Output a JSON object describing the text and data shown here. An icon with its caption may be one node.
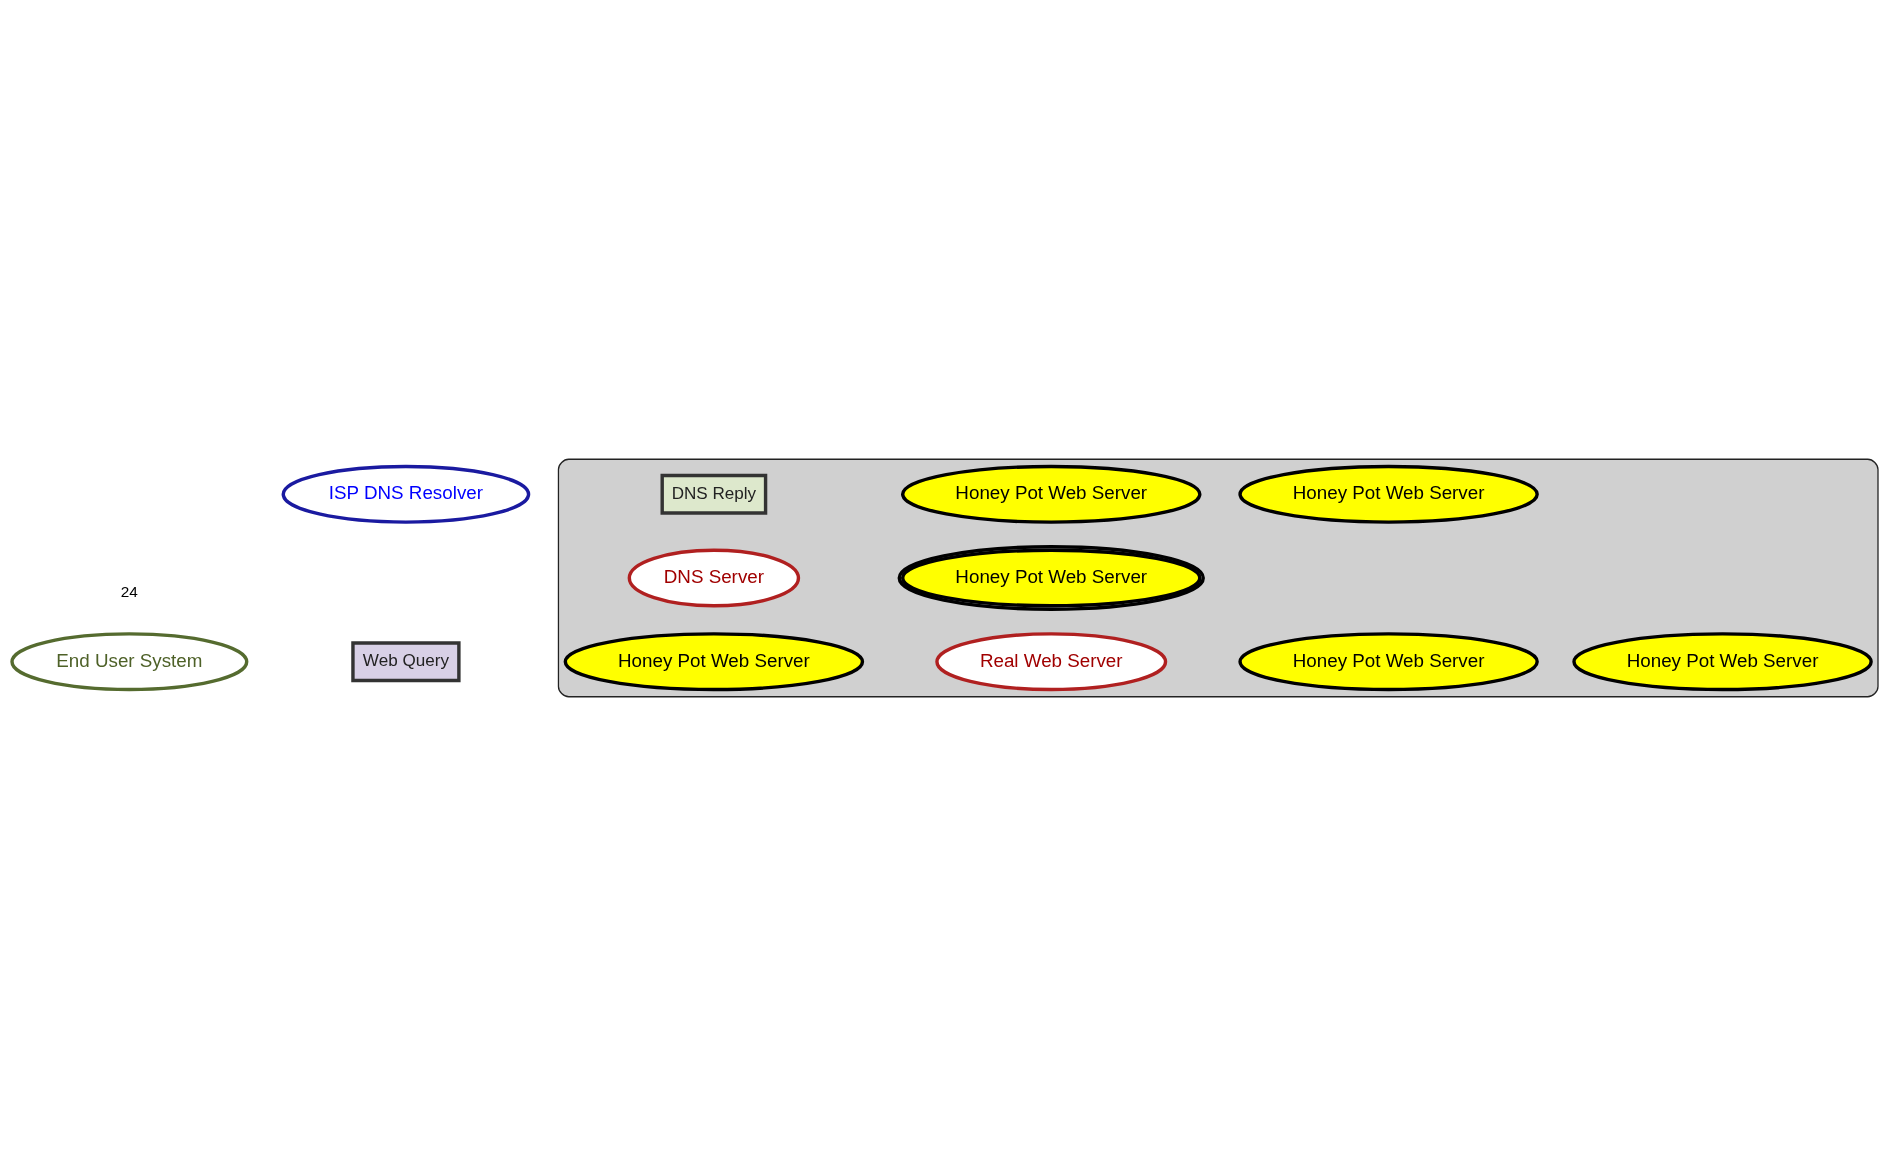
{
  "diagram": {
    "nodes": [
      {
        "text": [
          "ISP DNS Resolver"
        ]
      },
      {
        "text": [],
        "shape": "cloud"
      },
      {
        "text": [
          "DNS Reply"
        ],
        "in": 1
      },
      {
        "text": [
          "DNS Server"
        ],
        "in": 1
      },
      {
        "text": [
          "Honey Pot Web Server"
        ],
        "in": 1
      },
      {
        "text": [
          "Honey Pot Web Server"
        ],
        "in": 1
      },
      {
        "text": [
          "Honey Pot Web Server"
        ],
        "in": 1
      },
      {
        "text": [
          "Honey Pot Web Server"
        ],
        "in": 1
      },
      {
        "text": [
          "End User System"
        ]
      },
      {
        "text": [
          "Web Query"
        ]
      },
      {
        "text": [
          "Real Web Server"
        ],
        "in": 1
      },
      {
        "text": [
          "Honey Pot Web Server"
        ],
        "in": 1
      },
      {
        "text": [
          "Honey Pot Web Server"
        ],
        "in": 1
      }
    ],
    "labels": [
      "24"
    ]
  }
}
